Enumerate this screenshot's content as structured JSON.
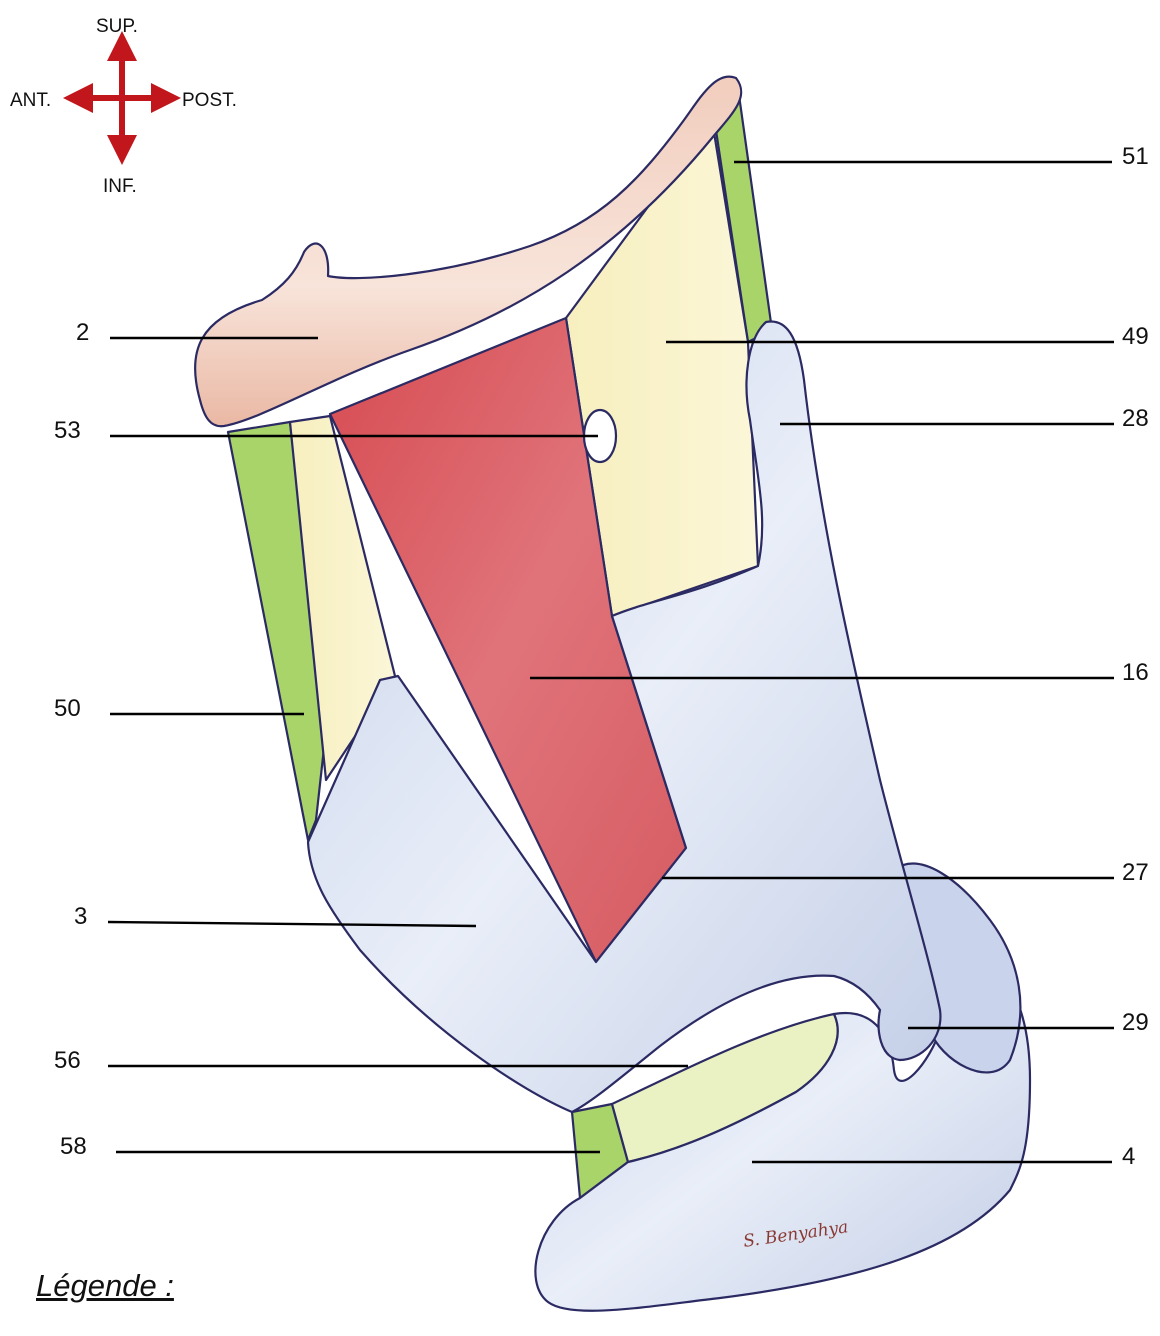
{
  "orientation": {
    "superior": "SUP.",
    "inferior": "INF.",
    "anterior": "ANT.",
    "posterior": "POST."
  },
  "labels": [
    "51",
    "2",
    "49",
    "53",
    "28",
    "16",
    "50",
    "27",
    "3",
    "29",
    "56",
    "58",
    "4"
  ],
  "legend_title": "Légende :",
  "signature": "S. Benyahya",
  "colors": {
    "muscle_red": "#d9545a",
    "cartilage_blue": "#d6dff0",
    "membrane_yellow": "#f8f1c4",
    "ligament_green": "#a9d46a",
    "bone_pink": "#f3d9cc",
    "outline": "#2b2a63",
    "arrow_red": "#c0161c"
  }
}
